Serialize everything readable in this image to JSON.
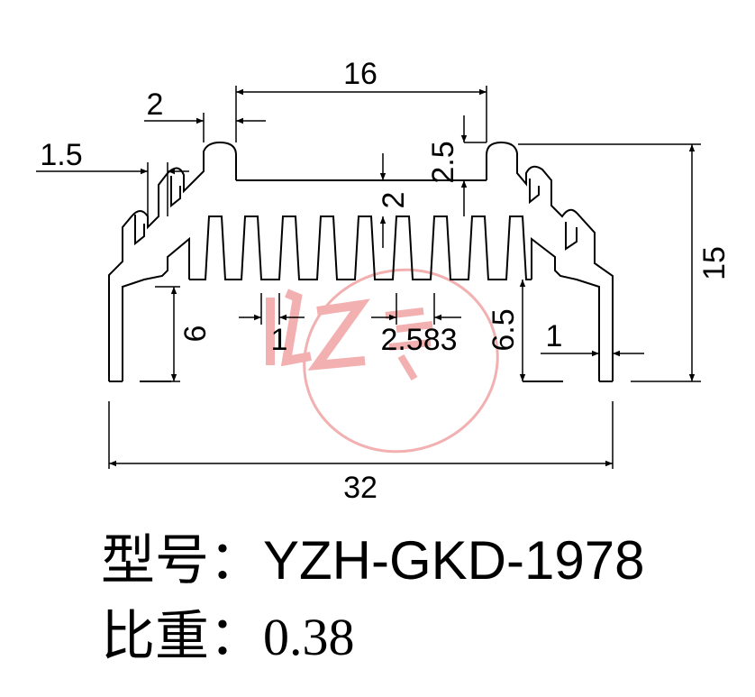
{
  "dimensions": {
    "overall_width": "32",
    "overall_height": "15",
    "top_span": "16",
    "tab_width": "2",
    "lug_width": "1.5",
    "tab_height": "2.5",
    "base_thickness": "2",
    "left_leg_height": "6",
    "fin_thickness": "1",
    "fin_pitch": "2.583",
    "inner_leg_height": "6.5",
    "leg_thickness": "1"
  },
  "caption": {
    "model_label": "型号：",
    "model_value": "YZH-GKD-1978",
    "weight_label": "比重：",
    "weight_value": "0.38"
  },
  "colors": {
    "line": "#000000",
    "watermark": "#e87070"
  }
}
